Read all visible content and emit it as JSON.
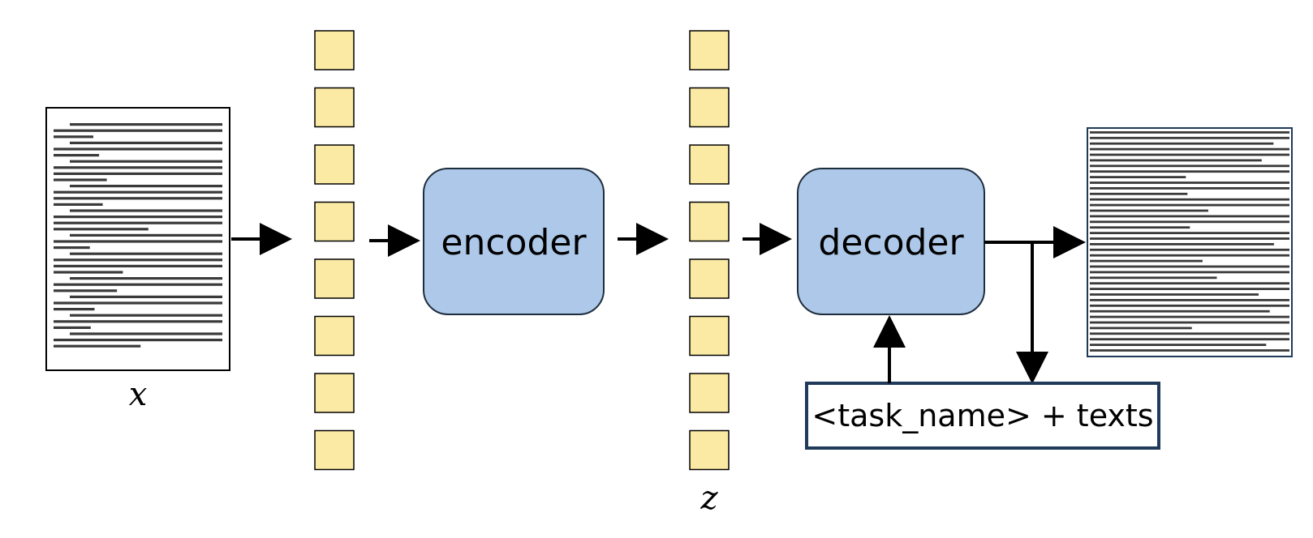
{
  "input_label": "x",
  "latent_label": "z",
  "encoder_label": "encoder",
  "decoder_label": "decoder",
  "prompt_label": "<task_name> + texts",
  "token_count": 8,
  "colors": {
    "block_fill": "#adc8e8",
    "token_fill": "#fbeaa4",
    "stroke": "#000000",
    "prompt_border": "#1f3a5a"
  }
}
